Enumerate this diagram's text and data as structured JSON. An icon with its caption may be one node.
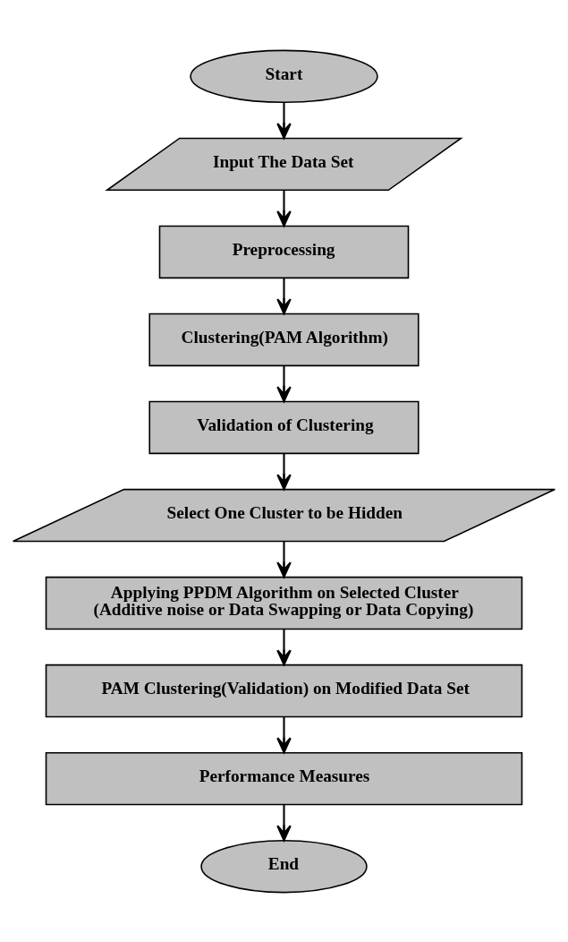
{
  "diagram": {
    "nodes": [
      {
        "text": [
          "Start"
        ]
      },
      {
        "text": [
          "Input The Data Set"
        ]
      },
      {
        "text": [
          "Preprocessing"
        ]
      },
      {
        "text": [
          "Clustering(PAM Algorithm)"
        ]
      },
      {
        "text": [
          "Validation of Clustering"
        ]
      },
      {
        "text": [
          "Select One Cluster to be Hidden"
        ]
      },
      {
        "text": [
          "Applying PPDM Algorithm on Selected Cluster (Additive noise or Data Swapping or Data Copying)"
        ]
      },
      {
        "text": [
          "PAM Clustering(Validation) on Modified Data Set"
        ]
      },
      {
        "text": [
          "Performance Measures"
        ]
      },
      {
        "text": [
          "End"
        ]
      }
    ],
    "edges": [
      {
        "from": 0,
        "to": 1,
        "arrow": "to"
      },
      {
        "from": 1,
        "to": 2,
        "arrow": "to"
      },
      {
        "from": 2,
        "to": 3,
        "arrow": "to"
      },
      {
        "from": 3,
        "to": 4,
        "arrow": "to"
      },
      {
        "from": 4,
        "to": 5,
        "arrow": "to"
      },
      {
        "from": 5,
        "to": 6,
        "arrow": "to"
      },
      {
        "from": 6,
        "to": 7,
        "arrow": "to"
      },
      {
        "from": 7,
        "to": 8,
        "arrow": "to"
      },
      {
        "from": 8,
        "to": 9,
        "arrow": "to"
      }
    ]
  }
}
